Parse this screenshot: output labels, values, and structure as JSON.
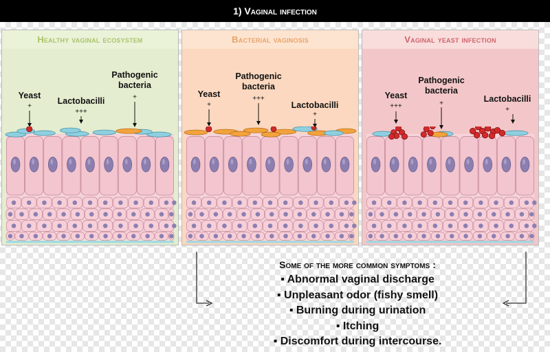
{
  "title": "1) Vaginal infection",
  "colors": {
    "healthy_bg": "#e4edcf",
    "healthy_header": "#eaf2d8",
    "healthy_text": "#a9c46a",
    "bv_bg": "#fbd8bf",
    "bv_header": "#fde4d0",
    "bv_text": "#e8a46a",
    "yeast_bg": "#f3c7c9",
    "yeast_header": "#f9dddd",
    "yeast_text": "#d0636b",
    "cell": "#f3c5cf",
    "nucleus": "#8c7fb0",
    "lactobacilli": "#8fd0e0",
    "pathogen": "#f2a33c",
    "yeast": "#d22a2a"
  },
  "panels": [
    {
      "title": "Healthy vaginal ecosystem",
      "labels": {
        "yeast": "Yeast",
        "yeast_sign": "+",
        "lacto": "Lactobacilli",
        "lacto_sign": "+++",
        "patho": "Pathogenic\nbacteria",
        "patho_sign": "+"
      }
    },
    {
      "title": "Bacterial vaginosis",
      "labels": {
        "yeast": "Yeast",
        "yeast_sign": "+",
        "patho": "Pathogenic\nbacteria",
        "patho_sign": "+++",
        "lacto": "Lactobacilli",
        "lacto_sign": "+"
      }
    },
    {
      "title": "Vaginal yeast infection",
      "labels": {
        "yeast": "Yeast",
        "yeast_sign": "+++",
        "patho": "Pathogenic\nbacteria",
        "patho_sign": "+",
        "lacto": "Lactobacilli",
        "lacto_sign": "+"
      }
    }
  ],
  "symptoms": {
    "title": "Some of the more common symptoms :",
    "items": [
      "▪ Abnormal vaginal discharge",
      "▪ Unpleasant odor (fishy smell)",
      "▪ Burning during urination",
      "▪ Itching",
      "▪ Discomfort during intercourse."
    ]
  }
}
